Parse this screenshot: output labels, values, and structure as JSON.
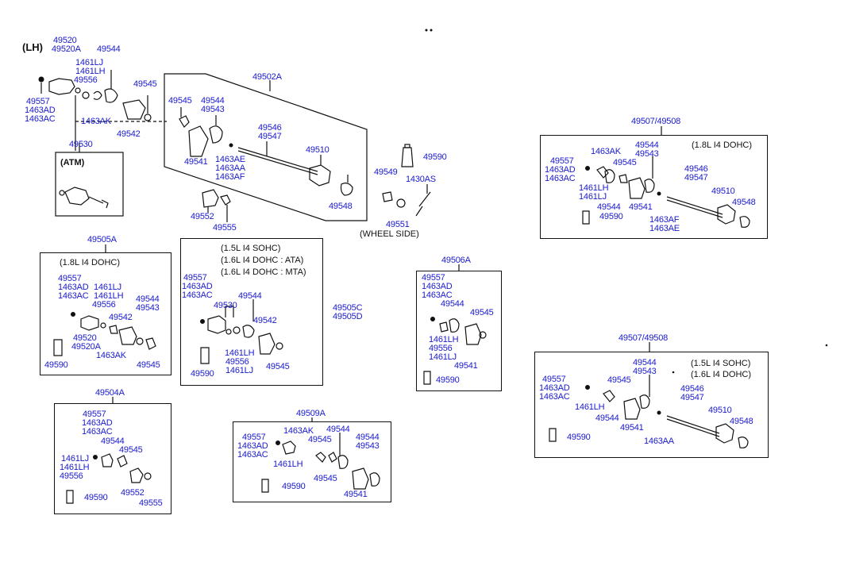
{
  "side_label": "(LH)",
  "main_assembly": {
    "shaft_label": "49502A",
    "atm_label": "(ATM)",
    "wheel_side_label": "(WHEEL SIDE)",
    "labels": {
      "l49520": "49520",
      "l49520a": "49520A",
      "l49544a": "49544",
      "l1461lj": "1461LJ",
      "l1461lh": "1461LH",
      "l49556": "49556",
      "l49557": "49557",
      "l1463ad": "1463AD",
      "l1463ac": "1463AC",
      "l1463ak": "1463AK",
      "l49542": "49542",
      "l49545a": "49545",
      "l49530": "49530",
      "l49545b": "49545",
      "l49544b": "49544",
      "l49543": "49543",
      "l49546": "49546",
      "l49547": "49547",
      "l49510": "49510",
      "l49541": "49541",
      "l1463ae": "1463AE",
      "l1463aa": "1463AA",
      "l1463af": "1463AF",
      "l49548": "49548",
      "l49552": "49552",
      "l49555": "49555",
      "l49590": "49590",
      "l49549": "49549",
      "l1430as": "1430AS",
      "l49551": "49551"
    }
  },
  "box_49505a": {
    "title": "49505A",
    "note": "(1.8L I4 DOHC)",
    "labels": {
      "l49557": "49557",
      "l1463ad": "1463AD",
      "l1463ac": "1463AC",
      "l1461lj": "1461LJ",
      "l1461lh": "1461LH",
      "l49556": "49556",
      "l49542": "49542",
      "l49544": "49544",
      "l49543": "49543",
      "l49520": "49520",
      "l49520a": "49520A",
      "l1463ak": "1463AK",
      "l49590": "49590",
      "l49545": "49545"
    }
  },
  "box_49505c": {
    "title_c": "49505C",
    "title_d": "49505D",
    "note1": "(1.5L I4 SOHC)",
    "note2": "(1.6L I4 DOHC : ATA)",
    "note3": "(1.6L I4 DOHC : MTA)",
    "labels": {
      "l49557": "49557",
      "l1463ad": "1463AD",
      "l1463ac": "1463AC",
      "l49530": "49530",
      "l49544": "49544",
      "l49542": "49542",
      "l1461lh": "1461LH",
      "l49556": "49556",
      "l1461lj": "1461LJ",
      "l49590": "49590",
      "l49545": "49545"
    }
  },
  "box_49506a": {
    "title": "49506A",
    "labels": {
      "l49557": "49557",
      "l1463ad": "1463AD",
      "l1463ac": "1463AC",
      "l49544": "49544",
      "l49545": "49545",
      "l1461lh": "1461LH",
      "l49556": "49556",
      "l1461lj": "1461LJ",
      "l49541": "49541",
      "l49590": "49590"
    }
  },
  "box_49504a": {
    "title": "49504A",
    "labels": {
      "l49557": "49557",
      "l1463ad": "1463AD",
      "l1463ac": "1463AC",
      "l49544": "49544",
      "l49545": "49545",
      "l1461lj": "1461LJ",
      "l1461lh": "1461LH",
      "l49556": "49556",
      "l49552": "49552",
      "l49555": "49555",
      "l49590": "49590"
    }
  },
  "box_49509a": {
    "title": "49509A",
    "labels": {
      "l1463ak": "1463AK",
      "l49544a": "49544",
      "l49544b": "49544",
      "l49543": "49543",
      "l49557": "49557",
      "l1463ad": "1463AD",
      "l1463ac": "1463AC",
      "l49545a": "49545",
      "l1461lh": "1461LH",
      "l49545b": "49545",
      "l49590": "49590",
      "l49541": "49541"
    }
  },
  "box_49507_top": {
    "title": "49507/49508",
    "note": "(1.8L I4 DOHC)",
    "labels": {
      "l1463ak": "1463AK",
      "l49544a": "49544",
      "l49543": "49543",
      "l49557": "49557",
      "l1463ad": "1463AD",
      "l1463ac": "1463AC",
      "l49545": "49545",
      "l49546": "49546",
      "l49547": "49547",
      "l49510": "49510",
      "l1461lh": "1461LH",
      "l1461lj": "1461LJ",
      "l49548": "49548",
      "l49544b": "49544",
      "l49541": "49541",
      "l49590": "49590",
      "l1463af": "1463AF",
      "l1463ae": "1463AE"
    }
  },
  "box_49507_bottom": {
    "title": "49507/49508",
    "note1": "(1.5L I4 SOHC)",
    "note2": "(1.6L I4 DOHC)",
    "labels": {
      "l49544a": "49544",
      "l49543": "49543",
      "l49557": "49557",
      "l1463ad": "1463AD",
      "l1463ac": "1463AC",
      "l49545": "49545",
      "l49546": "49546",
      "l49547": "49547",
      "l1461lh": "1461LH",
      "l49510": "49510",
      "l49544b": "49544",
      "l49548": "49548",
      "l49541": "49541",
      "l49590": "49590",
      "l1463aa": "1463AA"
    }
  },
  "colors": {
    "label": "#1a1acc",
    "line": "#111111",
    "background": "#ffffff"
  }
}
